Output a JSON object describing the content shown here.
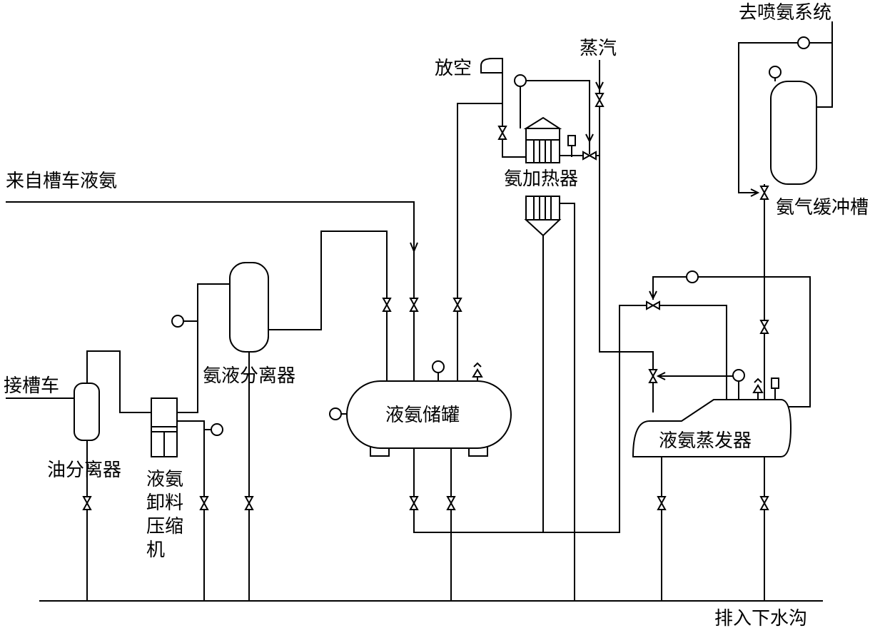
{
  "labels": {
    "unload_truck": "接槽车",
    "from_tank_truck_liquid_ammonia": "来自槽车液氨",
    "oil_separator": "油分离器",
    "unloading_compressor_l1": "液氨",
    "unloading_compressor_l2": "卸料",
    "unloading_compressor_l3": "压缩",
    "unloading_compressor_l4": "机",
    "ammonia_liquid_separator": "氨液分离器",
    "liquid_ammonia_storage_tank": "液氨储罐",
    "vent": "放空",
    "steam": "蒸汽",
    "ammonia_heater": "氨加热器",
    "to_ammonia_injection_system": "去喷氨系统",
    "ammonia_gas_buffer_tank": "氨气缓冲槽",
    "liquid_ammonia_evaporator": "液氨蒸发器",
    "discharge_to_sewer": "排入下水沟"
  },
  "colors": {
    "line": "#000000",
    "background": "#ffffff"
  }
}
